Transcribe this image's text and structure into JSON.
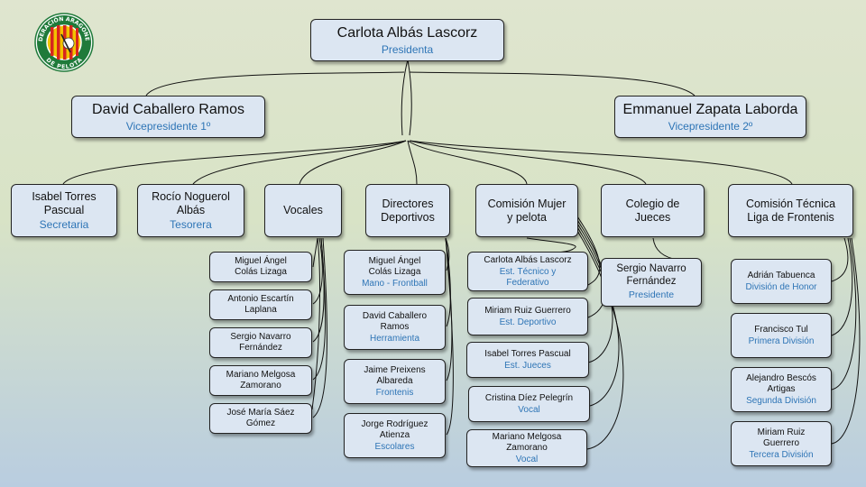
{
  "logo": {
    "ring_text_top": "FEDERACIÓN ARAGONESA",
    "ring_text_bottom": "DE PELOTA",
    "colors": {
      "gold": "#f2c200",
      "red": "#d7261e",
      "green": "#1f7a3a"
    }
  },
  "colors": {
    "role": "#2e75b6",
    "box_fill": "#dce6f2",
    "border": "#222222"
  },
  "president": {
    "name": "Carlota Albás Lascorz",
    "role": "Presidenta"
  },
  "vp1": {
    "name": "David Caballero Ramos",
    "role": "Vicepresidente 1º"
  },
  "vp2": {
    "name": "Emmanuel Zapata  Laborda",
    "role": "Vicepresidente 2º"
  },
  "secretaria": {
    "name": "Isabel Torres Pascual",
    "role": "Secretaria"
  },
  "tesorera": {
    "name": "Rocío Noguerol Albás",
    "role": "Tesorera"
  },
  "vocales": {
    "title": "Vocales",
    "members": [
      {
        "name": "Miguel Ángel Colás Lizaga"
      },
      {
        "name": "Antonio Escartín Laplana"
      },
      {
        "name": "Sergio Navarro Fernández"
      },
      {
        "name": "Mariano Melgosa Zamorano"
      },
      {
        "name": "José María Sáez Gómez"
      }
    ]
  },
  "directores": {
    "title": "Directores Deportivos",
    "members": [
      {
        "name": "Miguel Ángel Colás Lizaga",
        "role": "Mano - Frontball"
      },
      {
        "name": "David Caballero Ramos",
        "role": "Herramienta"
      },
      {
        "name": "Jaime Preixens Albareda",
        "role": "Frontenis"
      },
      {
        "name": "Jorge Rodríguez Atienza",
        "role": "Escolares"
      }
    ]
  },
  "comision_mujer": {
    "title": "Comisión Mujer y pelota",
    "members": [
      {
        "name": "Carlota Albás Lascorz",
        "role": "Est. Técnico y Federativo"
      },
      {
        "name": "Miriam Ruiz Guerrero",
        "role": "Est. Deportivo"
      },
      {
        "name": "Isabel Torres Pascual",
        "role": "Est. Jueces"
      },
      {
        "name": "Cristina Díez Pelegrín",
        "role": "Vocal"
      },
      {
        "name": "Mariano Melgosa Zamorano",
        "role": "Vocal"
      }
    ]
  },
  "colegio": {
    "title": "Colegio de Jueces",
    "members": [
      {
        "name": "Sergio Navarro Fernández",
        "role": "Presidente"
      }
    ]
  },
  "comision_tecnica": {
    "title": "Comisión Técnica Liga de Frontenis",
    "members": [
      {
        "name": "Adrián Tabuenca",
        "role": "División de Honor"
      },
      {
        "name": "Francisco Tul",
        "role": "Primera División"
      },
      {
        "name": "Alejandro Bescós Artigas",
        "role": "Segunda División"
      },
      {
        "name": "Miriam Ruiz Guerrero",
        "role": "Tercera División"
      }
    ]
  }
}
